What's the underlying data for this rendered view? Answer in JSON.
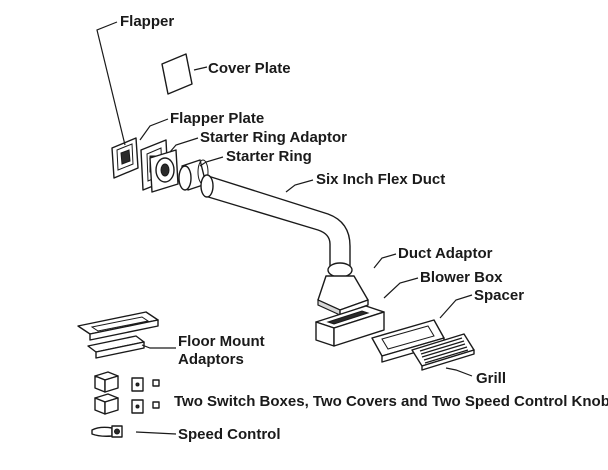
{
  "labels": {
    "flapper": "Flapper",
    "cover_plate": "Cover Plate",
    "flapper_plate": "Flapper Plate",
    "starter_ring_adaptor": "Starter Ring Adaptor",
    "starter_ring": "Starter Ring",
    "six_inch_flex_duct": "Six Inch Flex Duct",
    "duct_adaptor": "Duct Adaptor",
    "blower_box": "Blower Box",
    "spacer": "Spacer",
    "grill": "Grill",
    "floor_mount_adaptors_line1": "Floor Mount",
    "floor_mount_adaptors_line2": "Adaptors",
    "switch_boxes": "Two Switch Boxes, Two Covers and Two Speed Control Knobs",
    "speed_control": "Speed Control"
  }
}
